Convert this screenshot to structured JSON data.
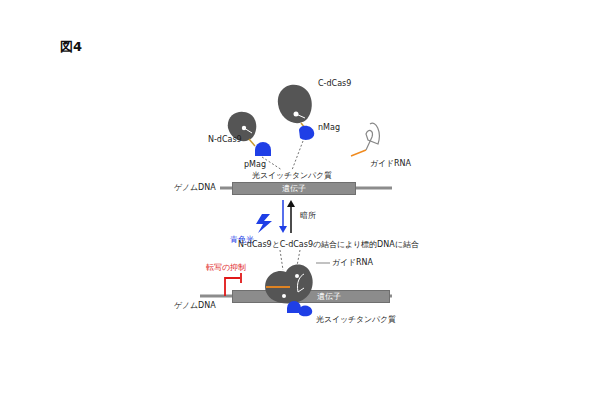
{
  "diagram": {
    "title": "図4",
    "nodes": [
      {
        "text": [
          "遺伝子"
        ]
      },
      {
        "text": [
          "遺伝子"
        ]
      }
    ],
    "labels": [
      "C-dCas9",
      "N-dCas9",
      "nMag",
      "pMag",
      "ガイドRNA",
      "光スイッチタンパク質",
      "ゲノムDNA",
      "青色光",
      "暗所",
      "N-dCas9とC-dCas9の結合により標的DNAに結合",
      "ガイドRNA",
      "転写の抑制",
      "ゲノムDNA",
      "光スイッチタンパク質"
    ]
  }
}
